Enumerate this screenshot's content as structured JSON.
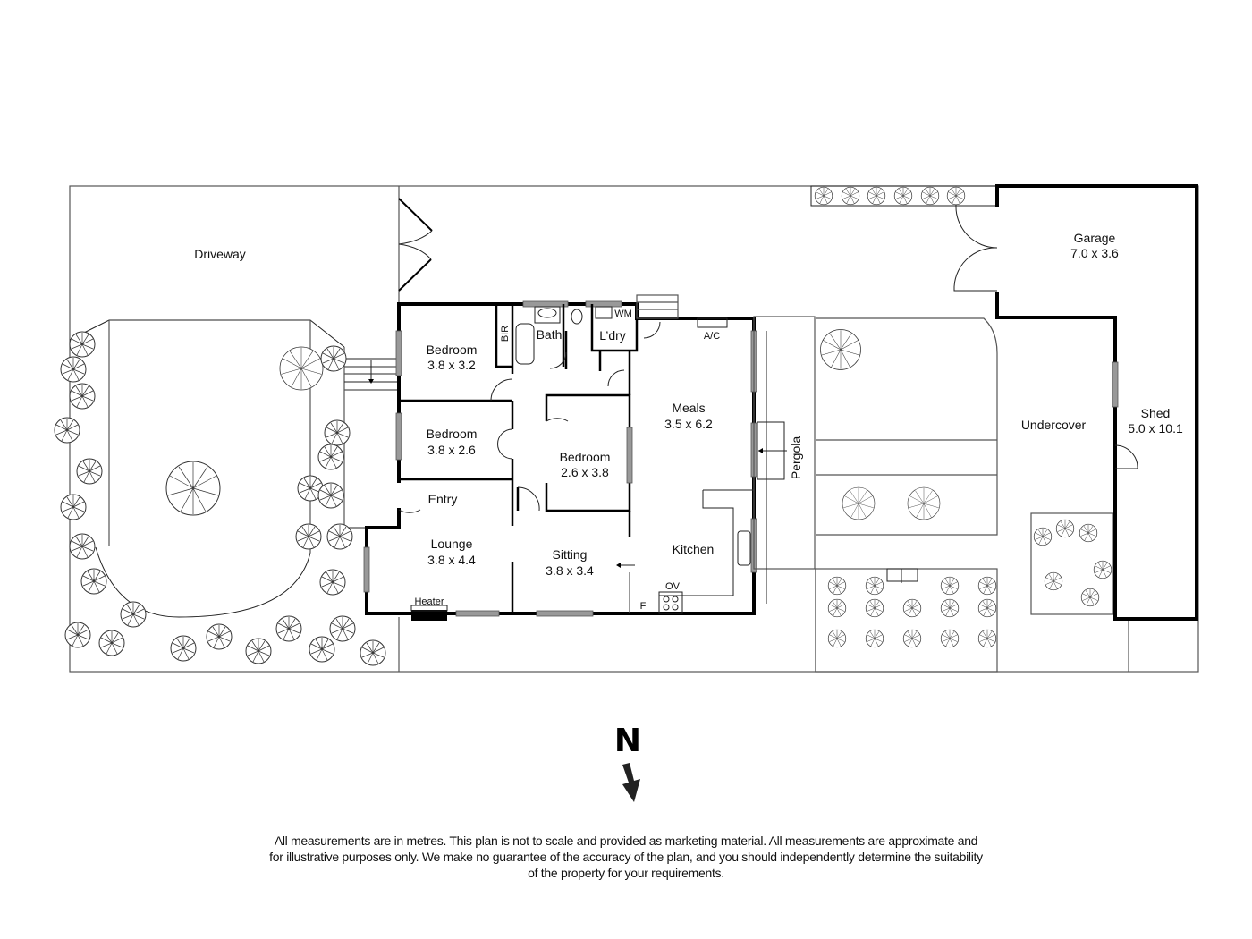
{
  "plan": {
    "exterior": {
      "driveway": "Driveway",
      "pergola": "Pergola",
      "undercover": "Undercover"
    },
    "rooms": {
      "bedroom1": {
        "name": "Bedroom",
        "size": "3.8 x 3.2"
      },
      "bedroom2": {
        "name": "Bedroom",
        "size": "3.8 x 2.6"
      },
      "bedroom3": {
        "name": "Bedroom",
        "size": "2.6 x 3.8"
      },
      "bath": {
        "name": "Bath"
      },
      "bir": {
        "name": "BIR"
      },
      "laundry": {
        "name": "L’dry"
      },
      "entry": {
        "name": "Entry"
      },
      "lounge": {
        "name": "Lounge",
        "size": "3.8 x 4.4"
      },
      "sitting": {
        "name": "Sitting",
        "size": "3.8 x 3.4"
      },
      "meals": {
        "name": "Meals",
        "size": "3.5 x 6.2"
      },
      "kitchen": {
        "name": "Kitchen"
      },
      "garage": {
        "name": "Garage",
        "size": "7.0 x 3.6"
      },
      "shed": {
        "name": "Shed",
        "size": "5.0 x 10.1"
      }
    },
    "fixtures": {
      "wm": "WM",
      "ac": "A/C",
      "ov": "OV",
      "fridge": "F",
      "heater": "Heater"
    }
  },
  "compass": {
    "label": "N",
    "icon": "north-arrow-icon"
  },
  "disclaimer": "All measurements are in metres. This plan is not to scale and provided as marketing material. All measurements are approximate and for illustrative purposes only. We make no guarantee of the accuracy of the plan, and you should independently determine the suitability of the property for your requirements."
}
